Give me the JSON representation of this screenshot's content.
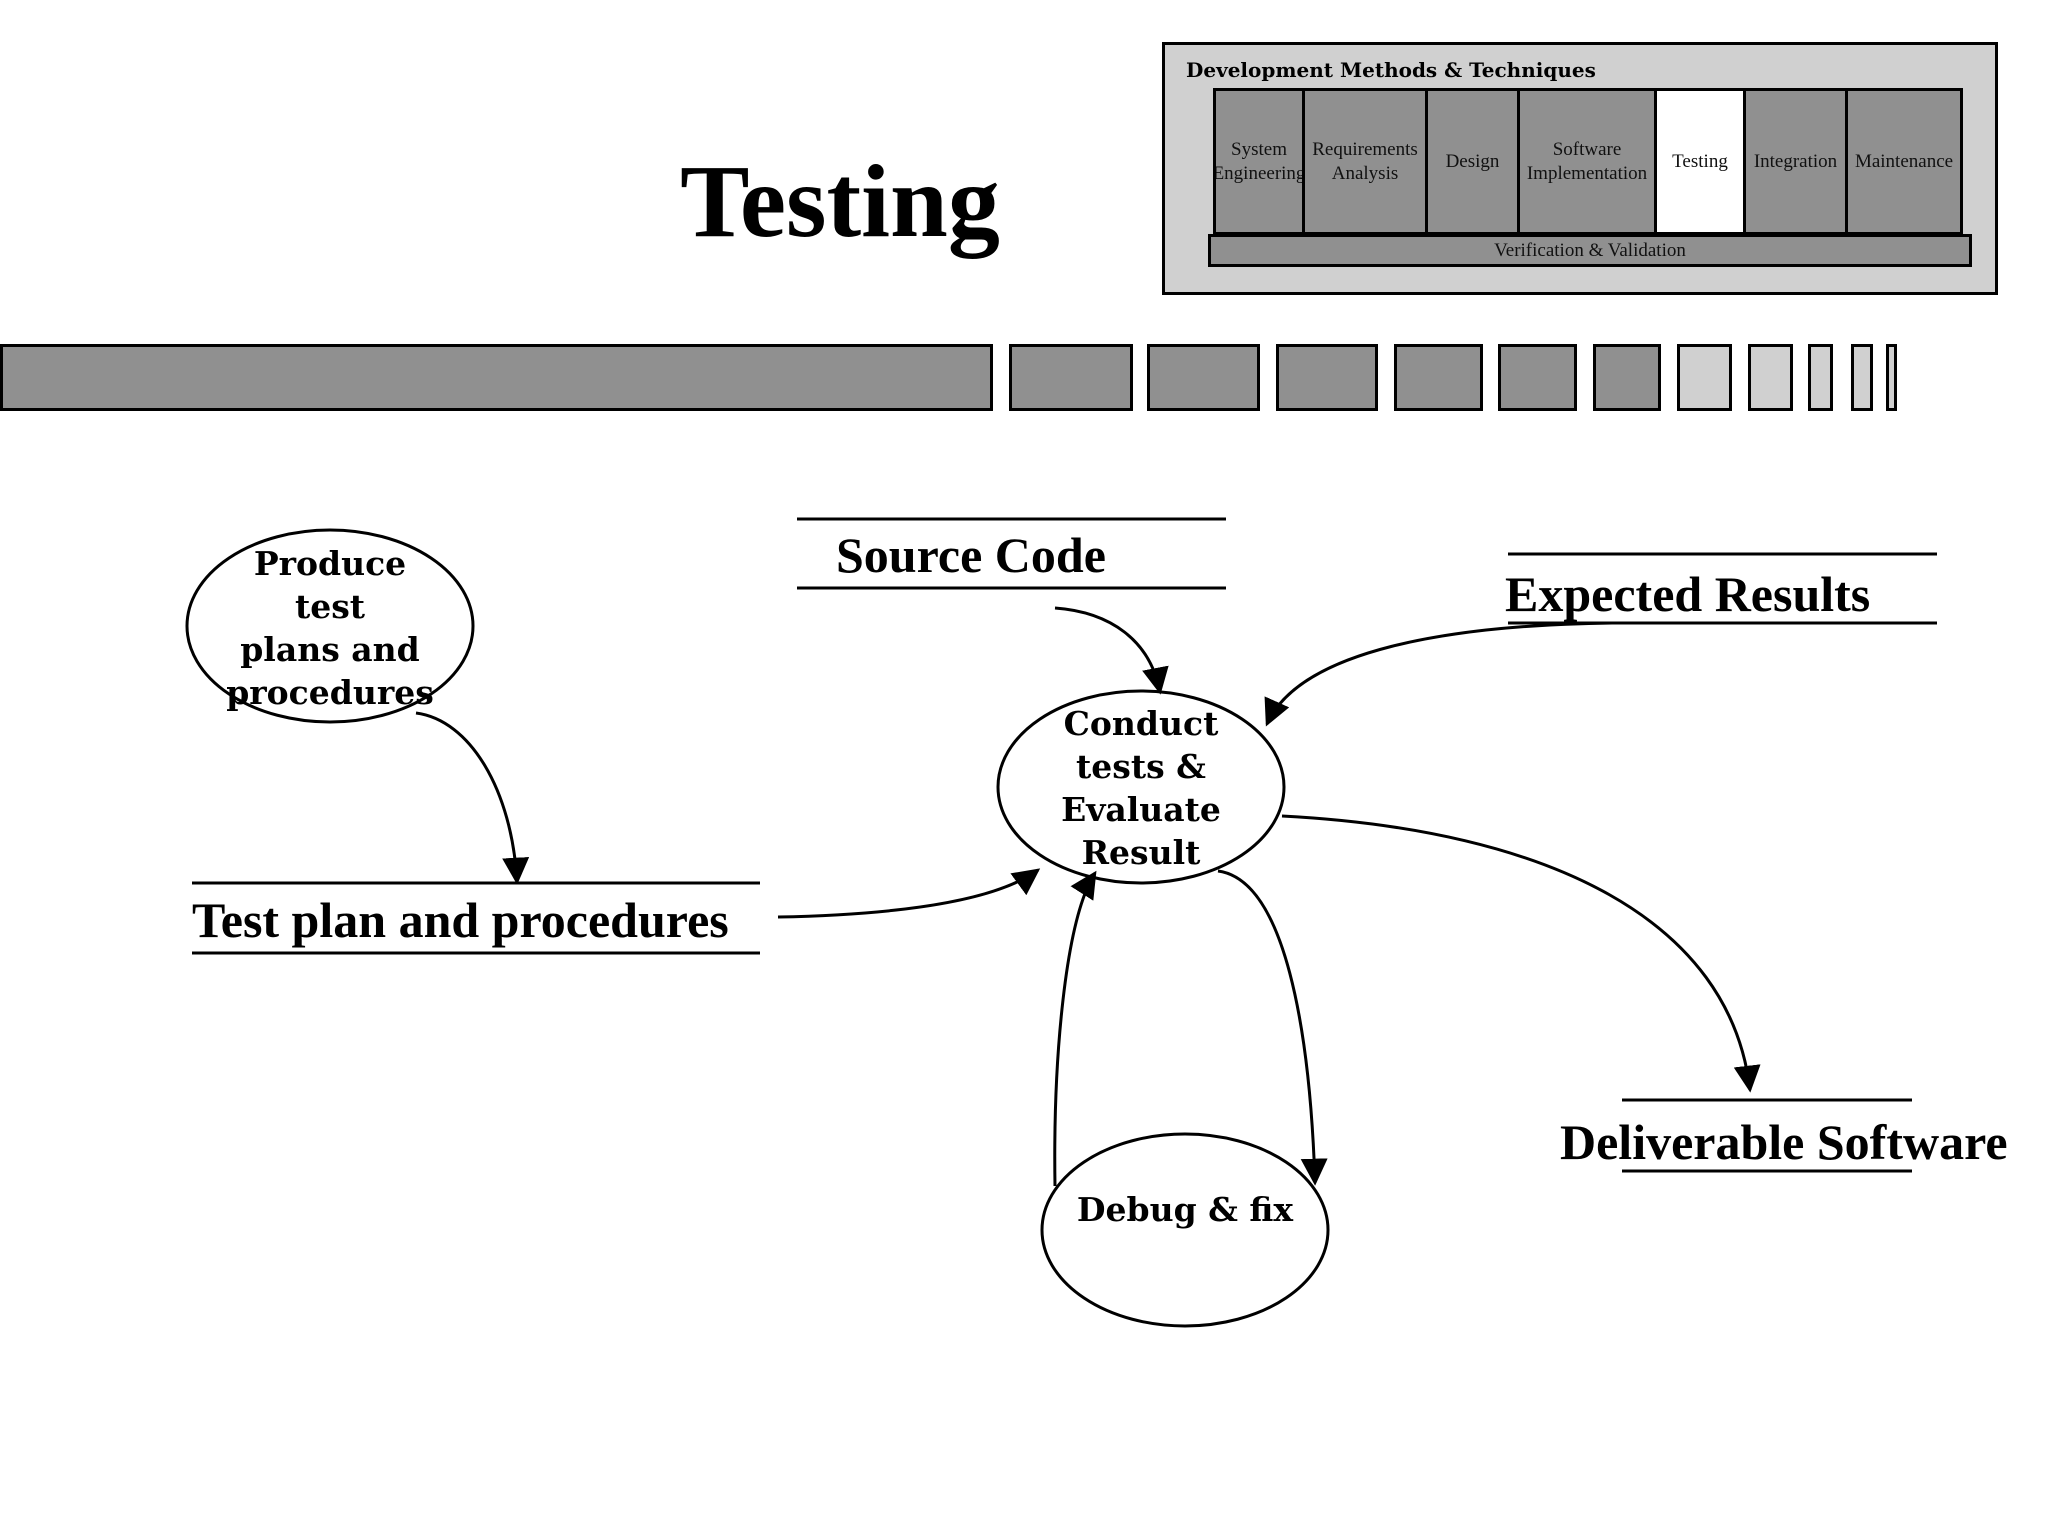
{
  "slide": {
    "title": "Testing"
  },
  "methods_panel": {
    "title": "Development Methods & Techniques",
    "phases": [
      {
        "label": "System\nEngineering",
        "active": false
      },
      {
        "label": "Requirements\nAnalysis",
        "active": false
      },
      {
        "label": "Design",
        "active": false
      },
      {
        "label": "Software\nImplementation",
        "active": false
      },
      {
        "label": "Testing",
        "active": true
      },
      {
        "label": "Integration",
        "active": false
      },
      {
        "label": "Maintenance",
        "active": false
      }
    ],
    "verification": "Verification & Validation"
  },
  "diagram": {
    "processes": {
      "produce": "Produce\ntest\nplans and\nprocedures",
      "conduct": "Conduct\ntests &\nEvaluate\nResult",
      "debug": "Debug & fix"
    },
    "stores": {
      "source_code": "Source Code",
      "expected_results": "Expected Results",
      "test_plan": "Test plan and procedures",
      "deliverable": "Deliverable Software"
    }
  },
  "colors": {
    "dark_fill": "#909090",
    "light_fill": "#d0d0d0",
    "panel_bg": "#d0d0d0",
    "active_fill": "#ffffff"
  }
}
